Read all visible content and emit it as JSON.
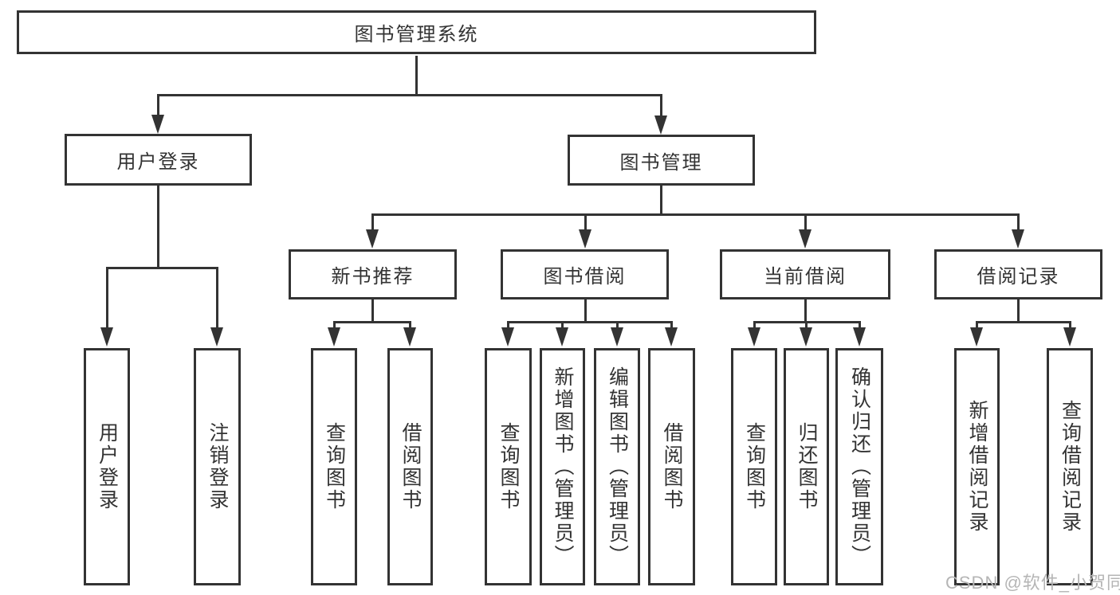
{
  "nodes": {
    "root": "图书管理系统",
    "user_login": "用户登录",
    "book_mgmt": "图书管理",
    "new_book_rec": "新书推荐",
    "book_borrow": "图书借阅",
    "current_borrow": "当前借阅",
    "borrow_records": "借阅记录",
    "leaf_user_login": "用户登录",
    "leaf_logout": "注销登录",
    "leaf_query_book_rec": "查询图书",
    "leaf_borrow_book_rec": "借阅图书",
    "leaf_query_book_borrow": "查询图书",
    "leaf_add_book": "新增图书（管理员）",
    "leaf_edit_book": "编辑图书（管理员）",
    "leaf_borrow_book_borrow": "借阅图书",
    "leaf_query_book_current": "查询图书",
    "leaf_return_book": "归还图书",
    "leaf_confirm_return": "确认归还（管理员）",
    "leaf_add_borrow_record": "新增借阅记录",
    "leaf_query_borrow_record": "查询借阅记录"
  },
  "hierarchy": {
    "图书管理系统": [
      "用户登录",
      "图书管理"
    ],
    "用户登录": [
      "用户登录",
      "注销登录"
    ],
    "图书管理": [
      "新书推荐",
      "图书借阅",
      "当前借阅",
      "借阅记录"
    ],
    "新书推荐": [
      "查询图书",
      "借阅图书"
    ],
    "图书借阅": [
      "查询图书",
      "新增图书（管理员）",
      "编辑图书（管理员）",
      "借阅图书"
    ],
    "当前借阅": [
      "查询图书",
      "归还图书",
      "确认归还（管理员）"
    ],
    "借阅记录": [
      "新增借阅记录",
      "查询借阅记录"
    ]
  },
  "watermark": "CSDN @软件_小贺同学",
  "colors": {
    "line": "#333333",
    "text": "#333333",
    "watermark": "#b5b5b5",
    "background": "#ffffff"
  }
}
